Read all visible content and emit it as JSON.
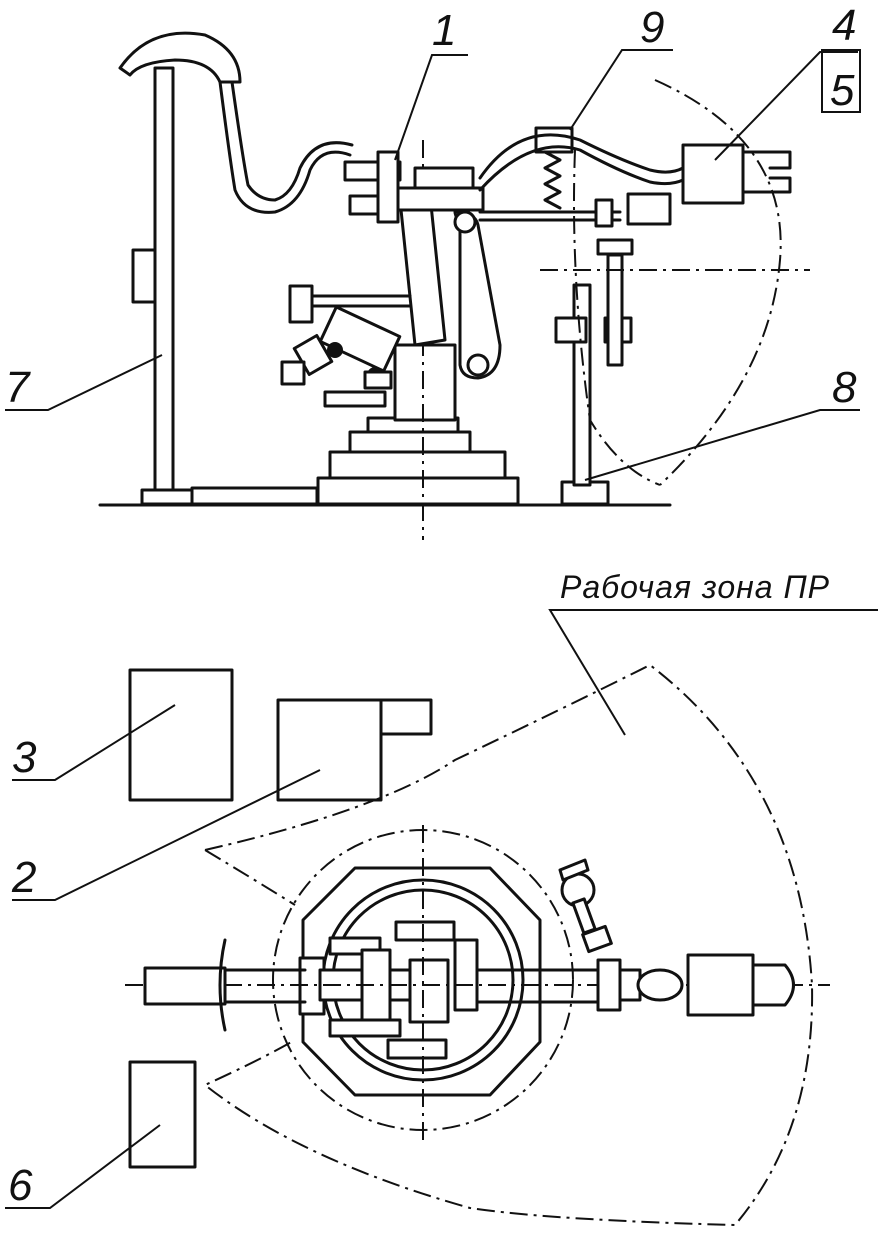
{
  "labels": {
    "n1": "1",
    "n2": "2",
    "n3": "3",
    "n4": "4",
    "n5": "5",
    "n6": "6",
    "n7": "7",
    "n8": "8",
    "n9": "9",
    "work_zone": "Рабочая зона ПР"
  }
}
